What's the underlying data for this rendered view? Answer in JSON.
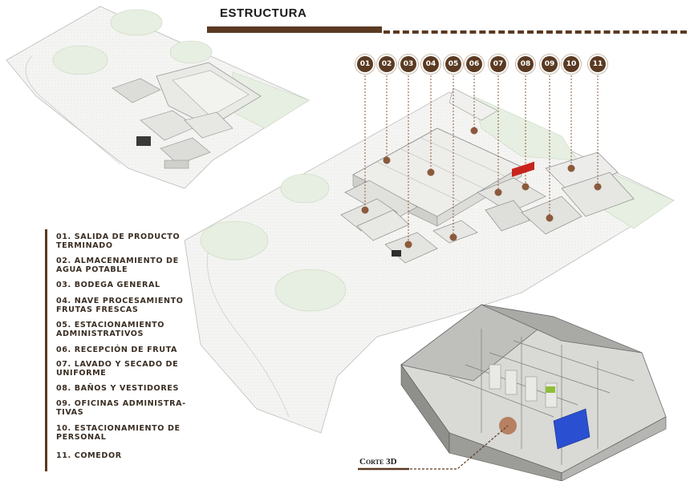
{
  "header": {
    "title": "ESTRUCTURA",
    "bar_color": "#5a3a22"
  },
  "legend": {
    "items": [
      "01. SALIDA DE PRODUCTO TERMINADO",
      "02. ALMACENAMIENTO DE AGUA POTABLE",
      "03. BODEGA GENERAL",
      "04. NAVE PROCESAMIENTO FRUTAS FRESCAS",
      "05. ESTACIONAMIENTO ADMINISTRATIVOS",
      "06. RECEPCIÓN DE FRUTA",
      "07. LAVADO Y SECADO DE UNIFORME",
      "08. BAÑOS Y VESTIDORES",
      "09. OFICINAS ADMINISTRA-TIVAS",
      "10. ESTACIONAMIENTO DE PERSONAL",
      "11. COMEDOR"
    ]
  },
  "badges": [
    "01",
    "02",
    "03",
    "04",
    "05",
    "06",
    "07",
    "08",
    "09",
    "10",
    "11"
  ],
  "corte": {
    "label": "Corte 3D"
  },
  "colors": {
    "accent_brown": "#5a3a22",
    "dot_brown": "#8b5a3c",
    "site_green": "#e8f1e3",
    "blue_racks": "#2a4fd0",
    "red_racks": "#c8241c"
  }
}
